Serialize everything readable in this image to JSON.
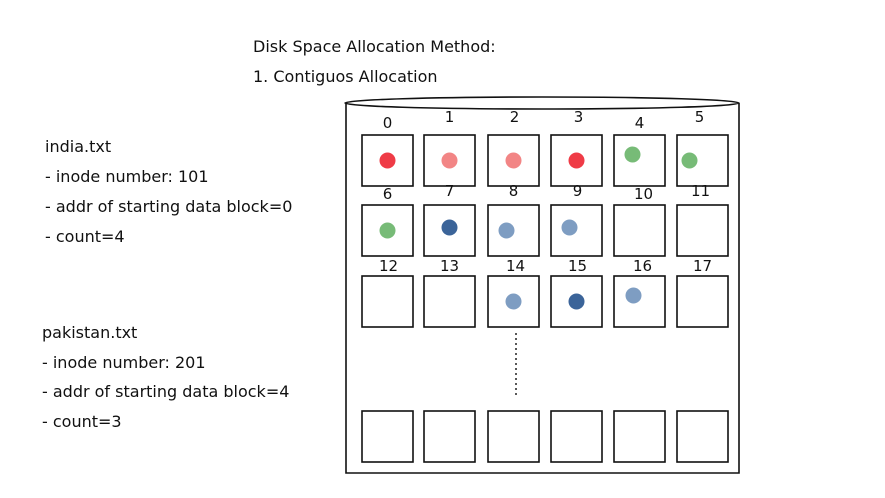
{
  "title": {
    "line1": "Disk Space Allocation Method:",
    "line2": "1. Contiguos Allocation"
  },
  "files": [
    {
      "name": "india.txt",
      "inode": "- inode number: 101",
      "addr": "- addr of starting data block=0",
      "count": "- count=4"
    },
    {
      "name": "pakistan.txt",
      "inode": "- inode number: 201",
      "addr": "- addr of starting data block=4",
      "count": "- count=3"
    }
  ],
  "colors": {
    "red": "#ef3b46",
    "pink": "#f28585",
    "green": "#77bb77",
    "dark_blue": "#3b6499",
    "light_blue": "#7e9dc2"
  },
  "blocks": [
    {
      "label": "0",
      "dot": "red"
    },
    {
      "label": "1",
      "dot": "pink"
    },
    {
      "label": "2",
      "dot": "pink"
    },
    {
      "label": "3",
      "dot": "red"
    },
    {
      "label": "4",
      "dot": "green"
    },
    {
      "label": "5",
      "dot": "green"
    },
    {
      "label": "6",
      "dot": "green"
    },
    {
      "label": "7",
      "dot": "dark_blue"
    },
    {
      "label": "8",
      "dot": "light_blue"
    },
    {
      "label": "9",
      "dot": "light_blue"
    },
    {
      "label": "10",
      "dot": null
    },
    {
      "label": "11",
      "dot": null
    },
    {
      "label": "12",
      "dot": null
    },
    {
      "label": "13",
      "dot": null
    },
    {
      "label": "14",
      "dot": "light_blue"
    },
    {
      "label": "15",
      "dot": "dark_blue"
    },
    {
      "label": "16",
      "dot": "light_blue"
    },
    {
      "label": "17",
      "dot": null
    }
  ],
  "bottom_row_count": 6
}
